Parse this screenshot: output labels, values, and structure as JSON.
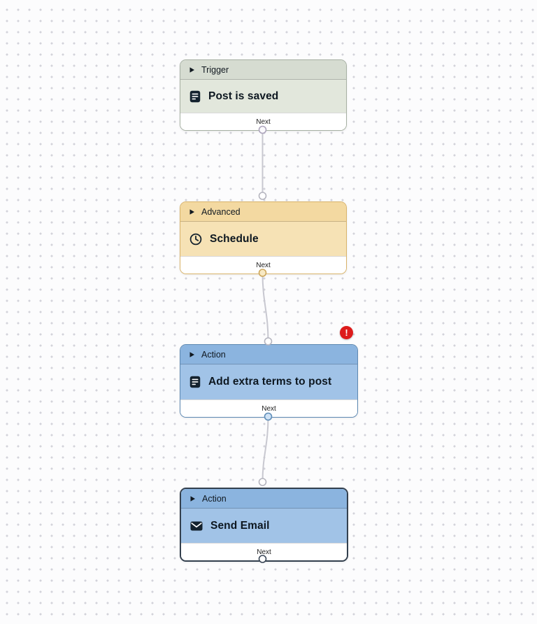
{
  "canvas": {
    "background": "#fcfcfd",
    "dot_color": "#d3d3da",
    "edge_color": "#c8c8d0"
  },
  "nodes": [
    {
      "category": "Trigger",
      "title": "Post is saved",
      "footer_label": "Next",
      "icon": "document-icon",
      "colors": {
        "header": "#d6dcd1",
        "body": "#e2e7dc",
        "border": "#a6b0a2"
      }
    },
    {
      "category": "Advanced",
      "title": "Schedule",
      "footer_label": "Next",
      "icon": "clock-icon",
      "colors": {
        "header": "#f3d9a1",
        "body": "#f6e2b5",
        "border": "#d9b369"
      }
    },
    {
      "category": "Action",
      "title": "Add extra terms to post",
      "footer_label": "Next",
      "icon": "document-icon",
      "colors": {
        "header": "#8bb4df",
        "body": "#a1c3e7",
        "border": "#5d88b2"
      },
      "error_badge": {
        "symbol": "!",
        "color": "#dd1b1b"
      }
    },
    {
      "category": "Action",
      "title": "Send Email",
      "footer_label": "Next",
      "icon": "envelope-icon",
      "colors": {
        "header": "#8bb4df",
        "body": "#a1c3e7",
        "border": "#33404e"
      }
    }
  ]
}
